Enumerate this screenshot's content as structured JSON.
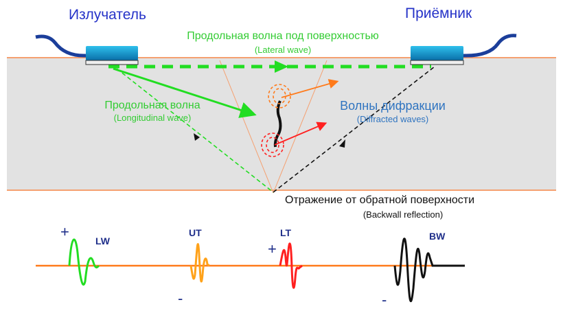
{
  "transmitter": {
    "label": "Излучатель"
  },
  "receiver": {
    "label": "Приёмник"
  },
  "lateral_wave": {
    "label_ru": "Продольная волна под поверхностью",
    "label_en": "(Lateral wave)"
  },
  "longitudinal_wave": {
    "label_ru": "Продольная волна",
    "label_en": "(Longitudinal wave)"
  },
  "diffracted_waves": {
    "label_ru": "Волны дифракции",
    "label_en": "(Diffracted waves)"
  },
  "backwall": {
    "label_ru": "Отражение от обратной поверхности",
    "label_en": "(Backwall reflection)"
  },
  "signals": {
    "lw": {
      "label": "LW",
      "sign": "+"
    },
    "ut": {
      "label": "UT",
      "sign": "-"
    },
    "lt": {
      "label": "LT",
      "sign": "+"
    },
    "bw": {
      "label": "BW",
      "sign": "-"
    }
  },
  "colors": {
    "lateral": "#22dd22",
    "plate": "#e2e2e2",
    "edge": "#f5a070",
    "text_blue": "#2633c8",
    "diffracted": "#2f74c0"
  }
}
